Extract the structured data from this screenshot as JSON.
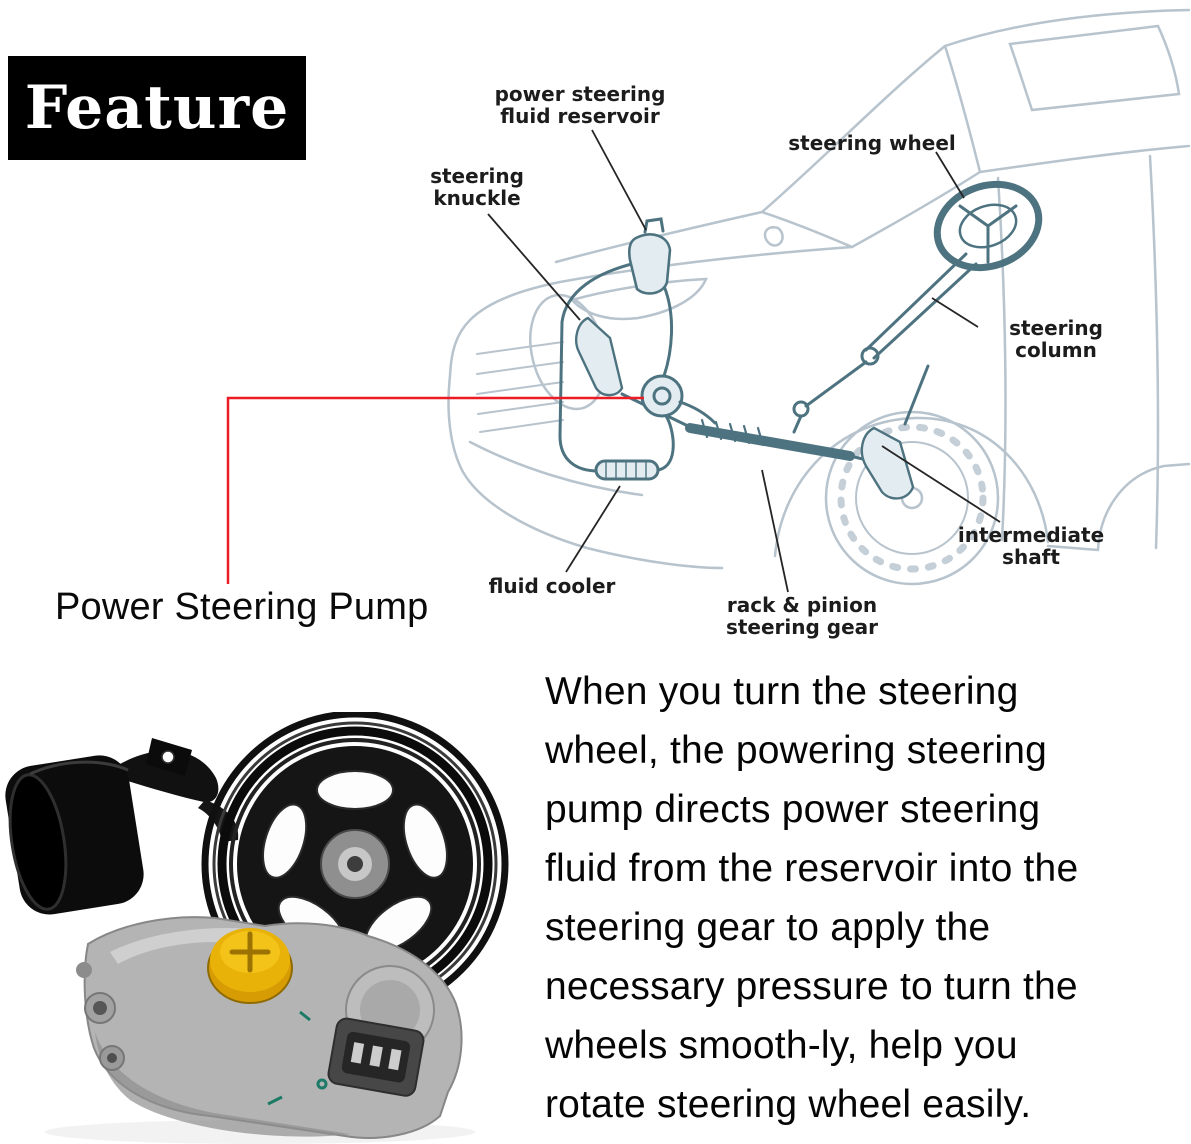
{
  "feature_label": "Feature",
  "diagram": {
    "labels": {
      "reservoir": "power steering\nfluid reservoir",
      "steering_wheel": "steering wheel",
      "knuckle": "steering\nknuckle",
      "steering_column": "steering column",
      "intermediate_shaft": "intermediate\nshaft",
      "fluid_cooler": "fluid cooler",
      "rack_pinion": "rack & pinion\nsteering gear"
    }
  },
  "callout": {
    "pump_label": "Power Steering Pump"
  },
  "description": "When you turn the steering\nwheel, the powering steering\npump directs power steering\nfluid from the reservoir into the\nsteering gear to apply the\nnecessary pressure to turn the\nwheels smooth-ly, help you\nrotate steering wheel easily.",
  "colors": {
    "annotation_red": "#ed1c24",
    "feature_bg": "#000000",
    "feature_text": "#ffffff",
    "label_text": "#1c1c1c",
    "car_outline": "#b7c3cd",
    "steering_parts": "#4e7380",
    "pump_cap_yellow": "#e9b209"
  }
}
